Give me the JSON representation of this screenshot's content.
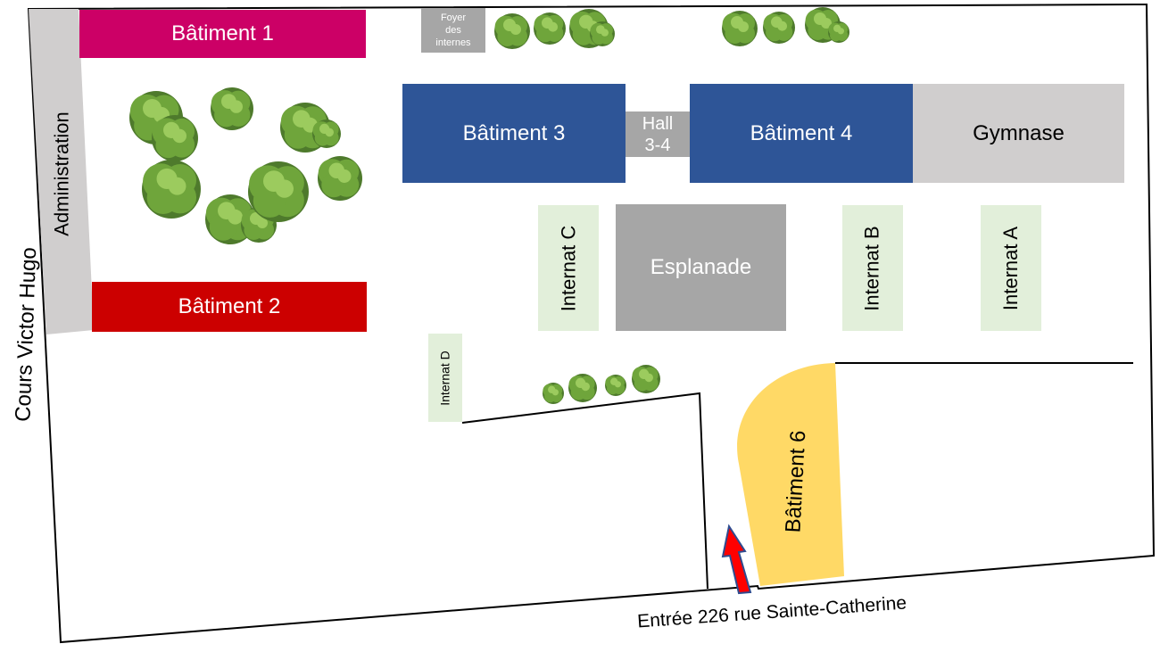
{
  "buildings": {
    "batiment1": {
      "label": "Bâtiment 1",
      "color": "#CC0066"
    },
    "batiment2": {
      "label": "Bâtiment 2",
      "color": "#CC0000"
    },
    "batiment3": {
      "label": "Bâtiment 3",
      "color": "#2E5597"
    },
    "batiment4": {
      "label": "Bâtiment 4",
      "color": "#2E5597"
    },
    "batiment6": {
      "label": "Bâtiment 6",
      "color": "#FFD966"
    },
    "gymnase": {
      "label": "Gymnase",
      "color": "#D0CECE"
    },
    "hall": {
      "line1": "Hall",
      "line2": "3-4",
      "color": "#A6A6A6"
    },
    "esplanade": {
      "label": "Esplanade",
      "color": "#A6A6A6"
    },
    "administration": {
      "label": "Administration",
      "color": "#D0CECE"
    },
    "foyer": {
      "line1": "Foyer",
      "line2": "des",
      "line3": "internes",
      "color": "#A6A6A6"
    },
    "internat_a": {
      "label": "Internat A",
      "color": "#E2EFDA"
    },
    "internat_b": {
      "label": "Internat B",
      "color": "#E2EFDA"
    },
    "internat_c": {
      "label": "Internat C",
      "color": "#E2EFDA"
    },
    "internat_d": {
      "label": "Internat D",
      "color": "#E2EFDA"
    }
  },
  "streets": {
    "west": "Cours Victor Hugo",
    "entrance": "Entrée 226 rue Sainte-Catherine"
  },
  "icons": {
    "trees": "tree-icon",
    "entrance": "entrance-arrow-icon"
  },
  "colors": {
    "tree_dark": "#4E7A2C",
    "tree_mid": "#6FA53B",
    "tree_light": "#9CCB5E",
    "arrow_fill": "#FF0000",
    "arrow_stroke": "#2E4B8F"
  }
}
